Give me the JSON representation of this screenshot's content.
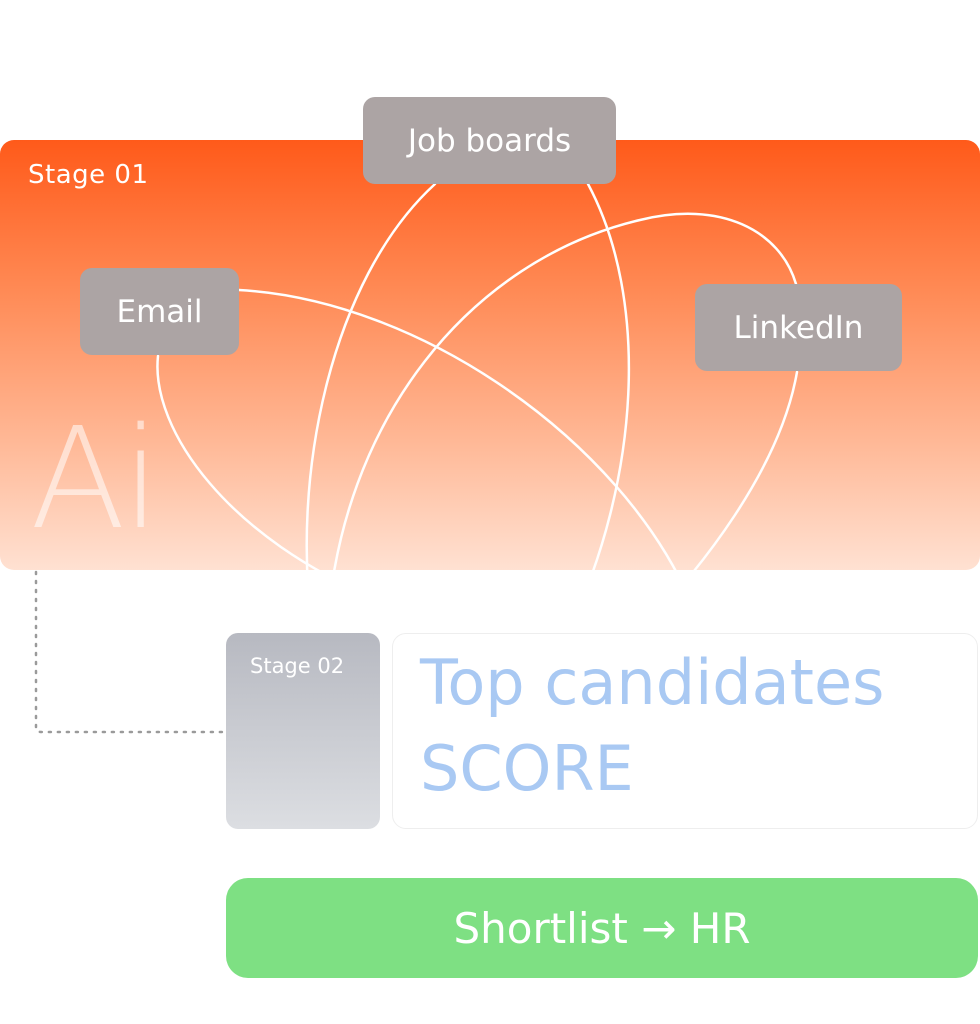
{
  "stage1": {
    "label": "Stage 01",
    "mark": "Ai",
    "colors": {
      "top": "#ff5a1a",
      "bottom": "#ffe1d2"
    }
  },
  "sources": {
    "job_boards": "Job boards",
    "email": "Email",
    "linkedin": "LinkedIn"
  },
  "stage2": {
    "label": "Stage 02",
    "score_line1": "Top candidates",
    "score_line2": "SCORE",
    "score_color": "#a9c9f3"
  },
  "output": {
    "label": "Shortlist → HR",
    "color": "#7ee083"
  }
}
